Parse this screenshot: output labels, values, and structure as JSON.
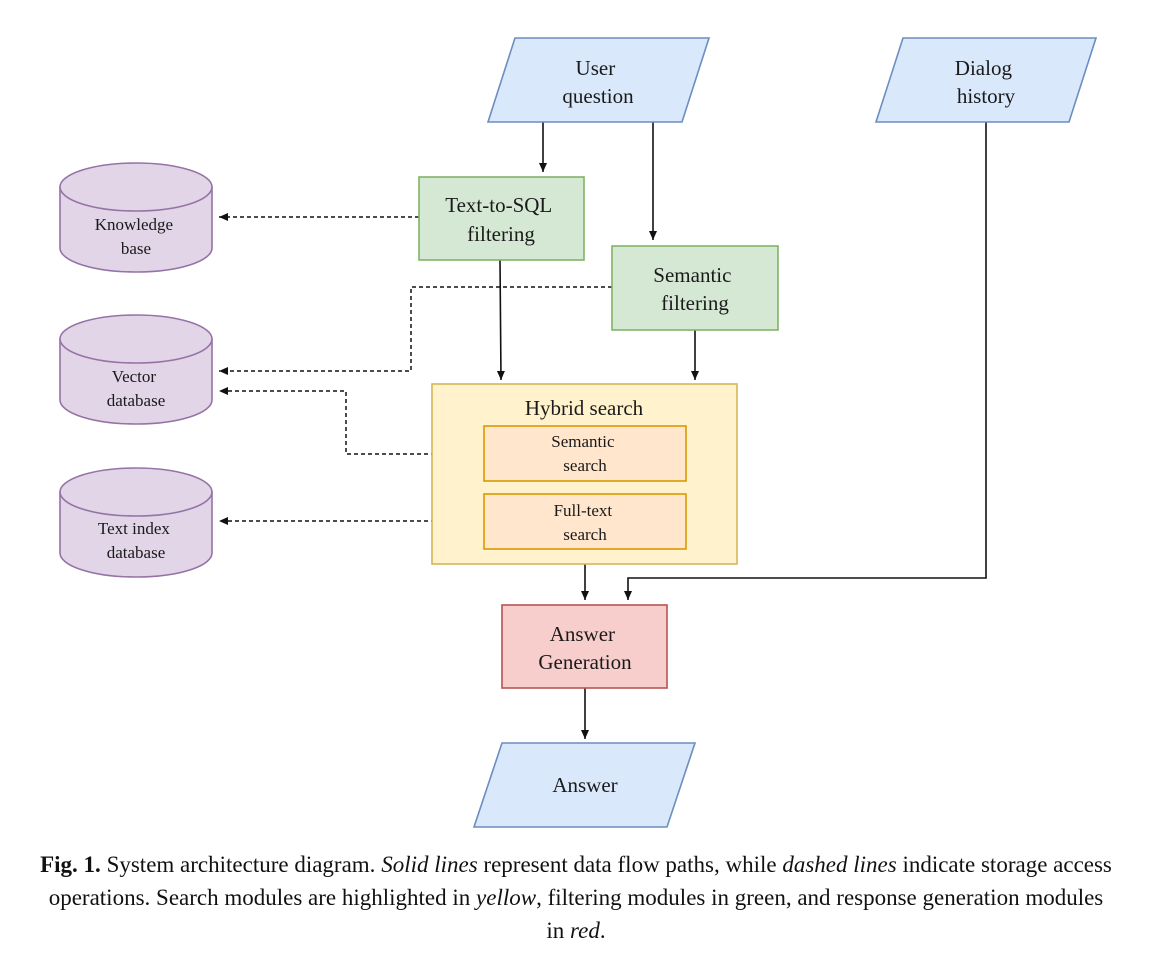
{
  "nodes": {
    "user_question": [
      "User",
      "question"
    ],
    "dialog_history": [
      "Dialog",
      "history"
    ],
    "text_to_sql": [
      "Text-to-SQL",
      "filtering"
    ],
    "semantic_filtering": [
      "Semantic",
      "filtering"
    ],
    "knowledge_base": [
      "Knowledge",
      "base"
    ],
    "vector_database": [
      "Vector",
      "database"
    ],
    "text_index_database": [
      "Text index",
      "database"
    ],
    "hybrid_search": "Hybrid search",
    "semantic_search": [
      "Semantic",
      "search"
    ],
    "full_text_search": [
      "Full-text",
      "search"
    ],
    "answer_generation": [
      "Answer",
      "Generation"
    ],
    "answer": "Answer"
  },
  "caption": {
    "label": "Fig. 1.",
    "t1": " System architecture diagram. ",
    "em1": "Solid lines",
    "t2": " represent data flow paths, while ",
    "em2": "dashed lines",
    "t3": " indicate storage access operations. Search modules are highlighted in ",
    "em3": "yellow",
    "t4": ", filtering modules in green, and response generation modules in ",
    "em4": "red",
    "t5": "."
  },
  "colors": {
    "io_fill": "#dae8fc",
    "io_stroke": "#6c8ebf",
    "filter_fill": "#d5e8d4",
    "filter_stroke": "#82b366",
    "db_fill": "#e1d5e7",
    "db_stroke": "#9673a6",
    "search_fill": "#fff2cc",
    "search_stroke": "#d6b656",
    "subsearch_fill": "#ffe6cc",
    "subsearch_stroke": "#d79b00",
    "gen_fill": "#f8cecc",
    "gen_stroke": "#b85450"
  }
}
